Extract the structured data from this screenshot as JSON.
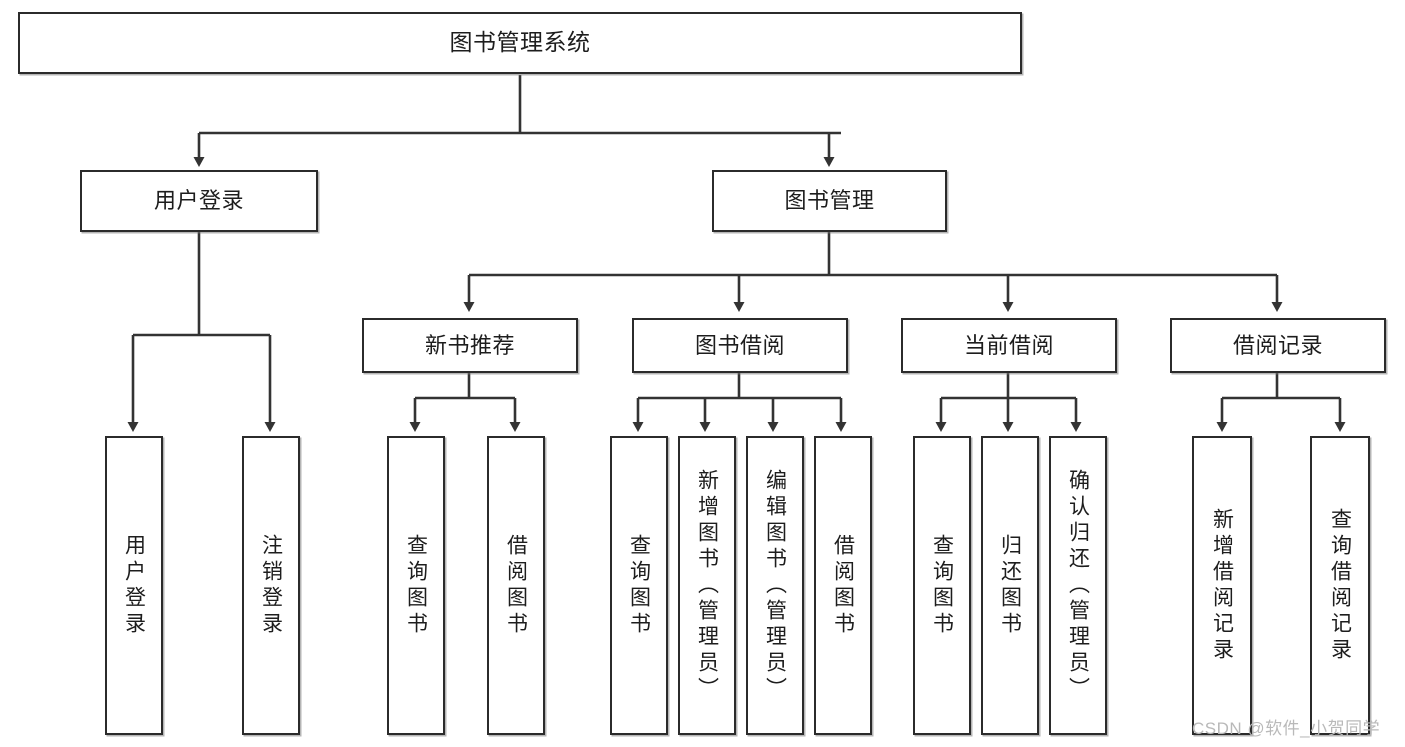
{
  "diagram": {
    "title": "图书管理系统",
    "type": "functional-structure-tree",
    "watermark": "CSDN @软件_小贺同学",
    "colors": {
      "border": "#2b2b2b",
      "background": "#ffffff",
      "text": "#1d1d1d",
      "connector": "#333333",
      "watermark": "#b9b9b9"
    },
    "levels": [
      {
        "level": 1,
        "nodes": [
          {
            "id": "root",
            "label": "图书管理系统",
            "orientation": "horizontal"
          }
        ]
      },
      {
        "level": 2,
        "nodes": [
          {
            "id": "user-login",
            "label": "用户登录",
            "orientation": "horizontal",
            "parent": "root"
          },
          {
            "id": "book-manage",
            "label": "图书管理",
            "orientation": "horizontal",
            "parent": "root"
          }
        ]
      },
      {
        "level": 3,
        "nodes": [
          {
            "id": "new-book-rec",
            "label": "新书推荐",
            "orientation": "horizontal",
            "parent": "book-manage"
          },
          {
            "id": "book-borrow",
            "label": "图书借阅",
            "orientation": "horizontal",
            "parent": "book-manage"
          },
          {
            "id": "current-borrow",
            "label": "当前借阅",
            "orientation": "horizontal",
            "parent": "book-manage"
          },
          {
            "id": "borrow-record",
            "label": "借阅记录",
            "orientation": "horizontal",
            "parent": "book-manage"
          }
        ]
      },
      {
        "level": 4,
        "nodes": [
          {
            "id": "leaf-user-login",
            "label": "用户登录",
            "orientation": "vertical",
            "parent": "user-login"
          },
          {
            "id": "leaf-logout",
            "label": "注销登录",
            "orientation": "vertical",
            "parent": "user-login"
          },
          {
            "id": "leaf-query-book-1",
            "label": "查询图书",
            "orientation": "vertical",
            "parent": "new-book-rec"
          },
          {
            "id": "leaf-borrow-book-1",
            "label": "借阅图书",
            "orientation": "vertical",
            "parent": "new-book-rec"
          },
          {
            "id": "leaf-query-book-2",
            "label": "查询图书",
            "orientation": "vertical",
            "parent": "book-borrow"
          },
          {
            "id": "leaf-add-book",
            "label": "新增图书（管理员）",
            "orientation": "vertical",
            "parent": "book-borrow"
          },
          {
            "id": "leaf-edit-book",
            "label": "编辑图书（管理员）",
            "orientation": "vertical",
            "parent": "book-borrow"
          },
          {
            "id": "leaf-borrow-book-2",
            "label": "借阅图书",
            "orientation": "vertical",
            "parent": "book-borrow"
          },
          {
            "id": "leaf-query-book-3",
            "label": "查询图书",
            "orientation": "vertical",
            "parent": "current-borrow"
          },
          {
            "id": "leaf-return-book",
            "label": "归还图书",
            "orientation": "vertical",
            "parent": "current-borrow"
          },
          {
            "id": "leaf-confirm-return",
            "label": "确认归还（管理员）",
            "orientation": "vertical",
            "parent": "current-borrow"
          },
          {
            "id": "leaf-add-record",
            "label": "新增借阅记录",
            "orientation": "vertical",
            "parent": "borrow-record"
          },
          {
            "id": "leaf-query-record",
            "label": "查询借阅记录",
            "orientation": "vertical",
            "parent": "borrow-record"
          }
        ]
      }
    ]
  }
}
